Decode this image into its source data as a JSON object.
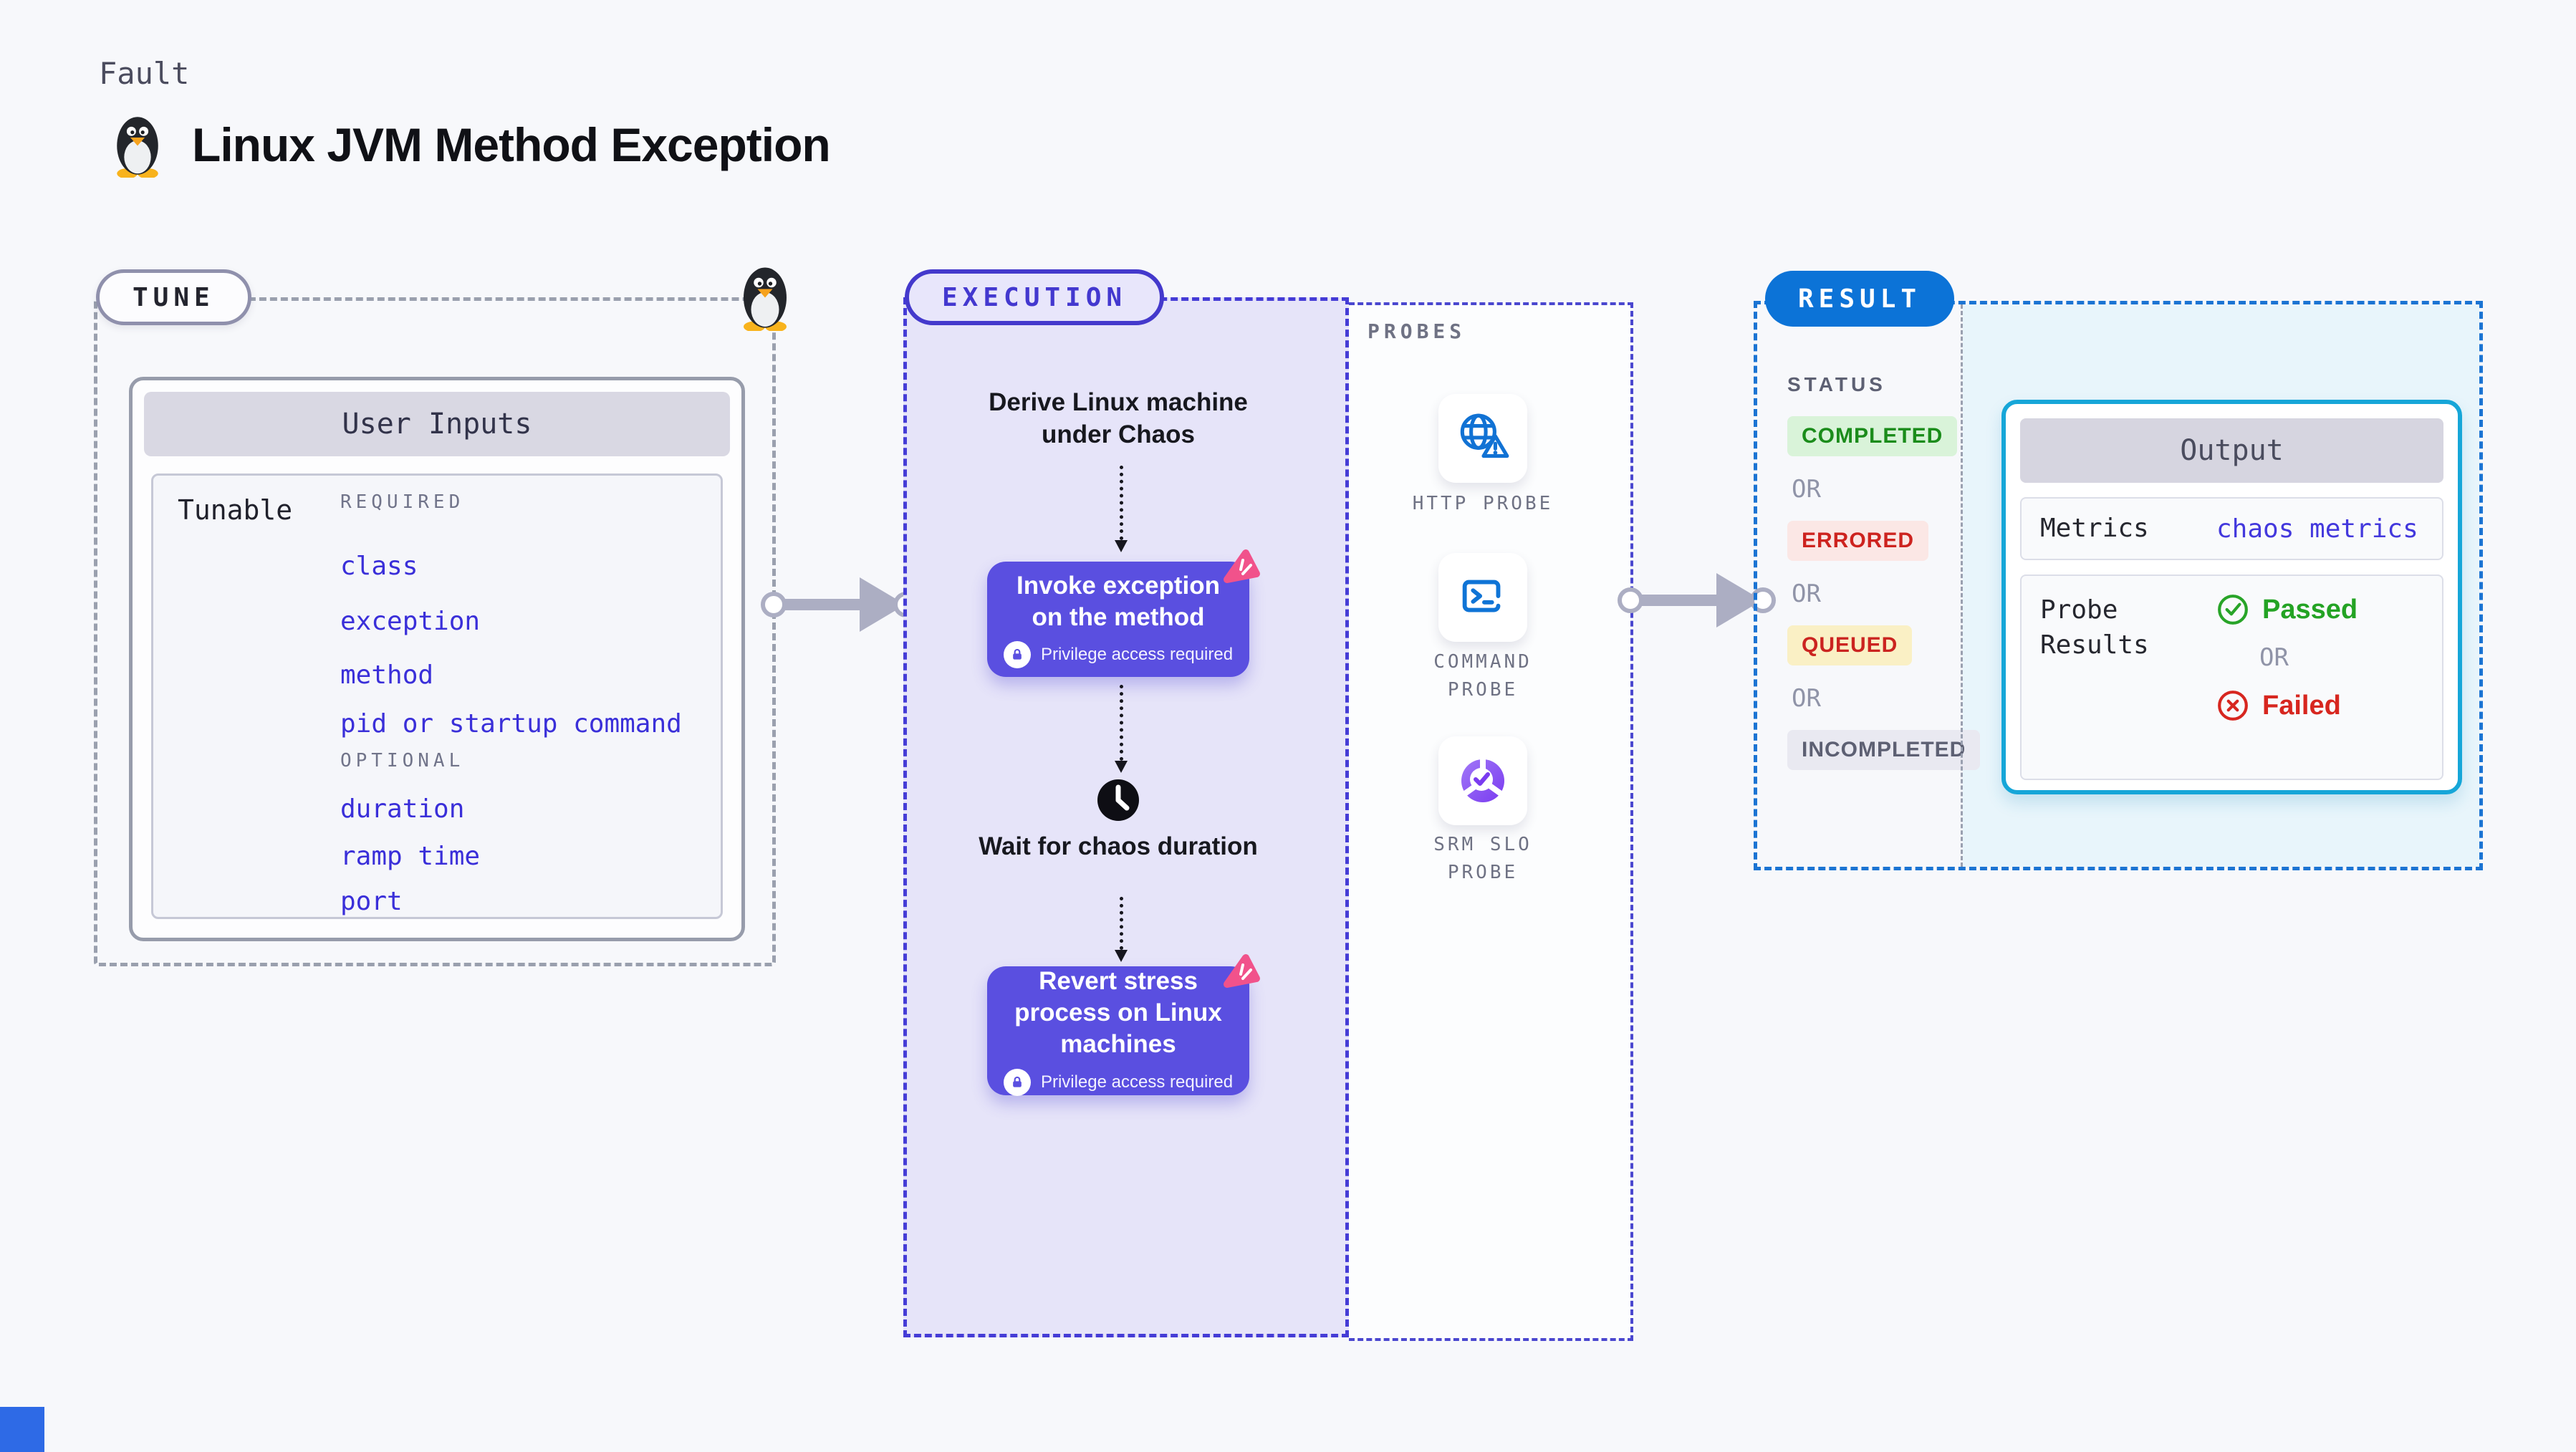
{
  "page": {
    "kicker": "Fault",
    "title": "Linux JVM Method Exception"
  },
  "tune": {
    "badge": "TUNE",
    "card_title": "User Inputs",
    "tunable_label": "Tunable",
    "required_label": "REQUIRED",
    "required_items": [
      "class",
      "exception",
      "method",
      "pid or startup command"
    ],
    "optional_label": "OPTIONAL",
    "optional_items": [
      "duration",
      "ramp time",
      "port"
    ]
  },
  "execution": {
    "badge": "EXECUTION",
    "step1": "Derive Linux machine under Chaos",
    "step2": {
      "title": "Invoke exception on the method",
      "note": "Privilege access required"
    },
    "step3": "Wait for chaos duration",
    "step4": {
      "title": "Revert stress process on Linux machines",
      "note": "Privilege access required"
    }
  },
  "probes": {
    "label": "PROBES",
    "items": [
      {
        "label": "HTTP PROBE",
        "icon": "globe-warning-icon"
      },
      {
        "label": "COMMAND PROBE",
        "icon": "terminal-icon"
      },
      {
        "label": "SRM SLO PROBE",
        "icon": "slo-pie-icon"
      }
    ]
  },
  "result": {
    "badge": "RESULT",
    "status_label": "STATUS",
    "or_label": "OR",
    "statuses": [
      "COMPLETED",
      "ERRORED",
      "QUEUED",
      "INCOMPLETED"
    ],
    "output": {
      "title": "Output",
      "metrics_label": "Metrics",
      "metrics_value": "chaos metrics",
      "probe_results_label": "Probe Results",
      "passed": "Passed",
      "failed": "Failed"
    }
  },
  "colors": {
    "step_indigo": "#5a4fe0",
    "result_blue": "#0c73d7",
    "output_cyan": "#16a6d8",
    "passed_green": "#24a324",
    "failed_red": "#d7261f",
    "item_blue": "#3a2fd9",
    "pink_deco": "#f1528b"
  }
}
